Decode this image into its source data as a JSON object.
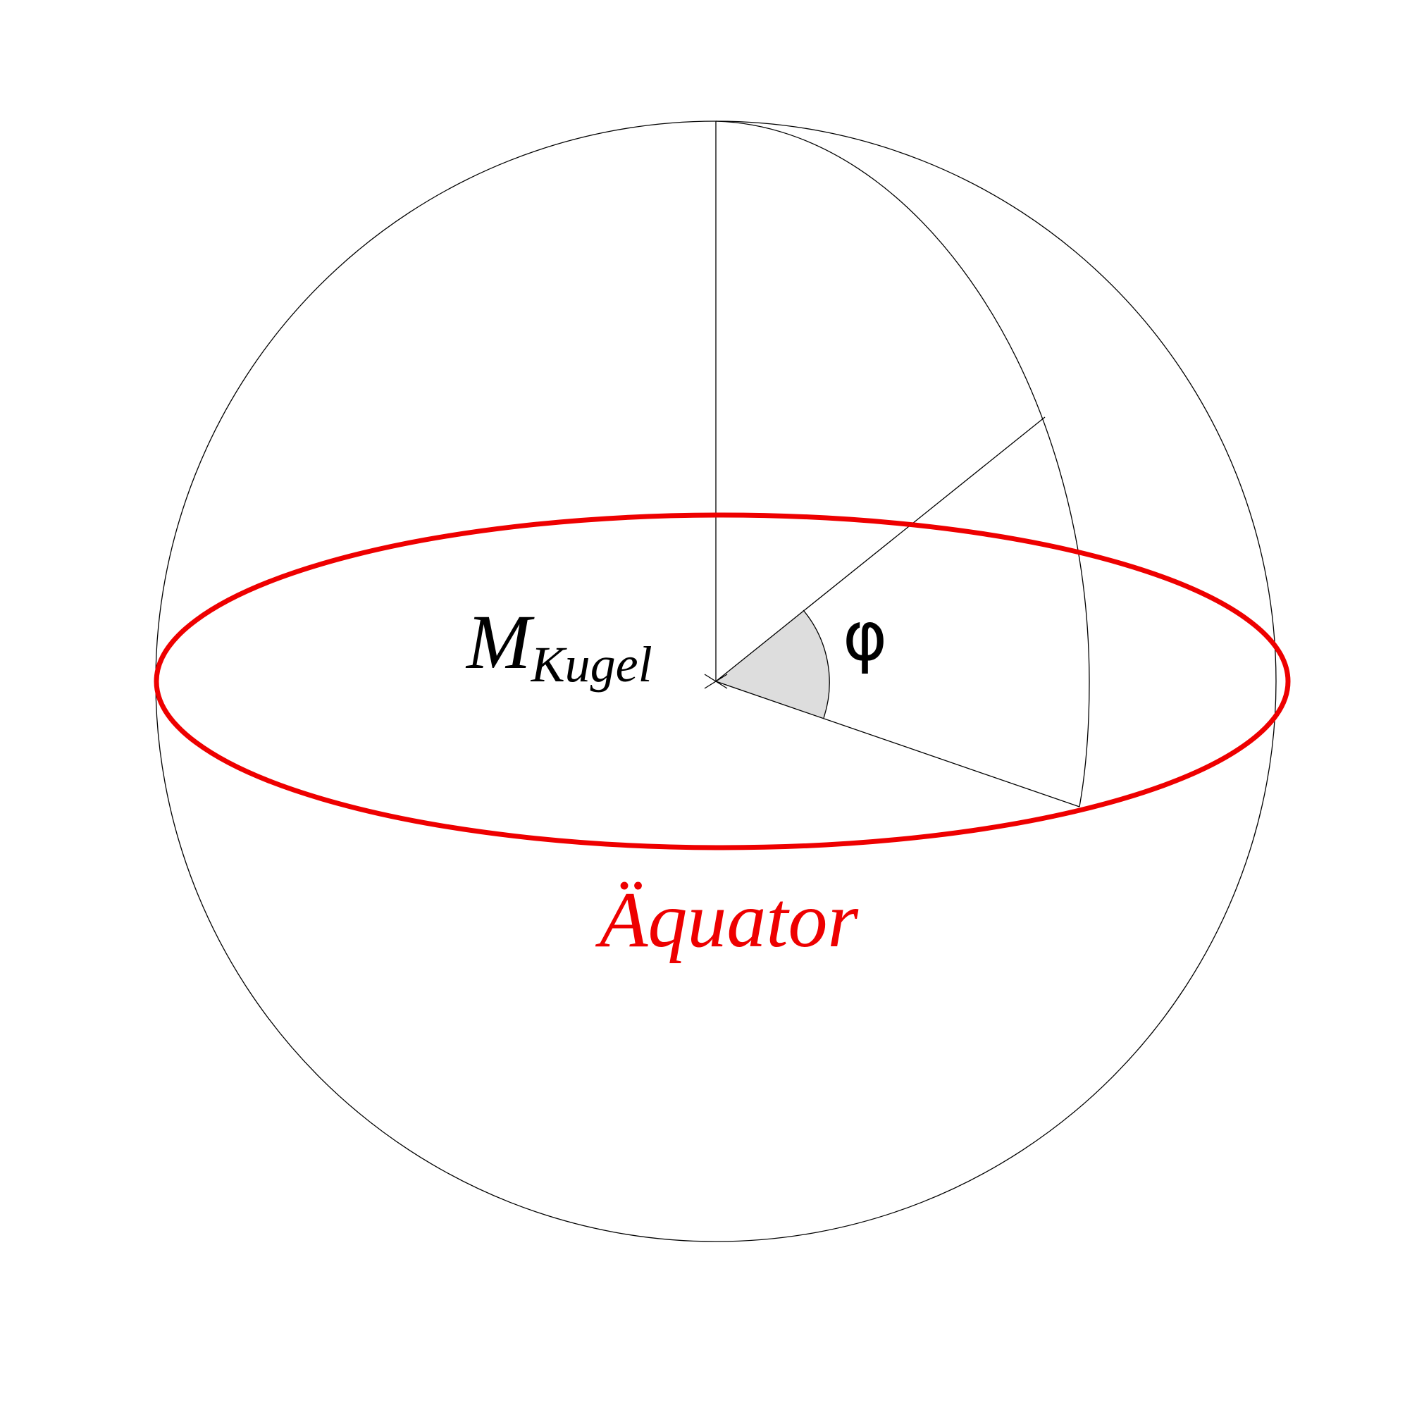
{
  "colors": {
    "outline": "#000000",
    "equator": "#ee0000",
    "angle_fill": "#dddddd",
    "background": "#ffffff"
  },
  "labels": {
    "center_main": "M",
    "center_sub": "Kugel",
    "angle": "φ",
    "equator": "Äquator"
  }
}
